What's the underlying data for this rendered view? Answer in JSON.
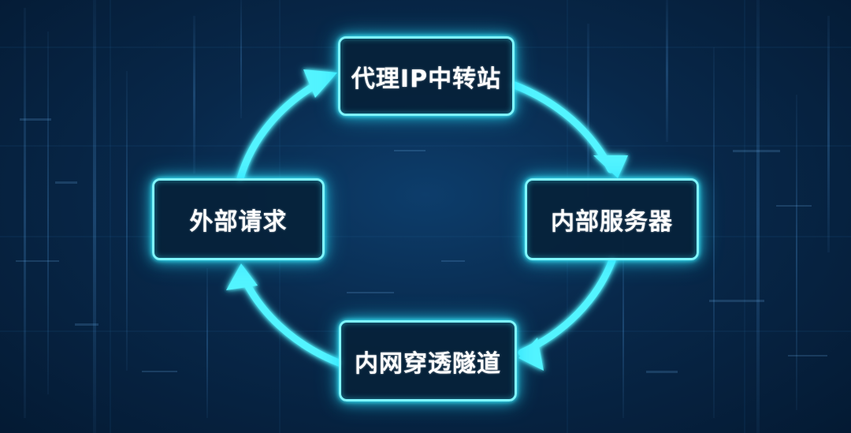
{
  "diagram": {
    "nodes": {
      "top": "代理IP中转站",
      "right": "内部服务器",
      "bottom": "内网穿透隧道",
      "left": "外部请求"
    },
    "flow": [
      "外部请求",
      "代理IP中转站",
      "内部服务器",
      "内网穿透隧道"
    ],
    "direction": "clockwise"
  },
  "colors": {
    "background": "#041a33",
    "accent": "#3ff0ff",
    "text": "#ffffff"
  }
}
